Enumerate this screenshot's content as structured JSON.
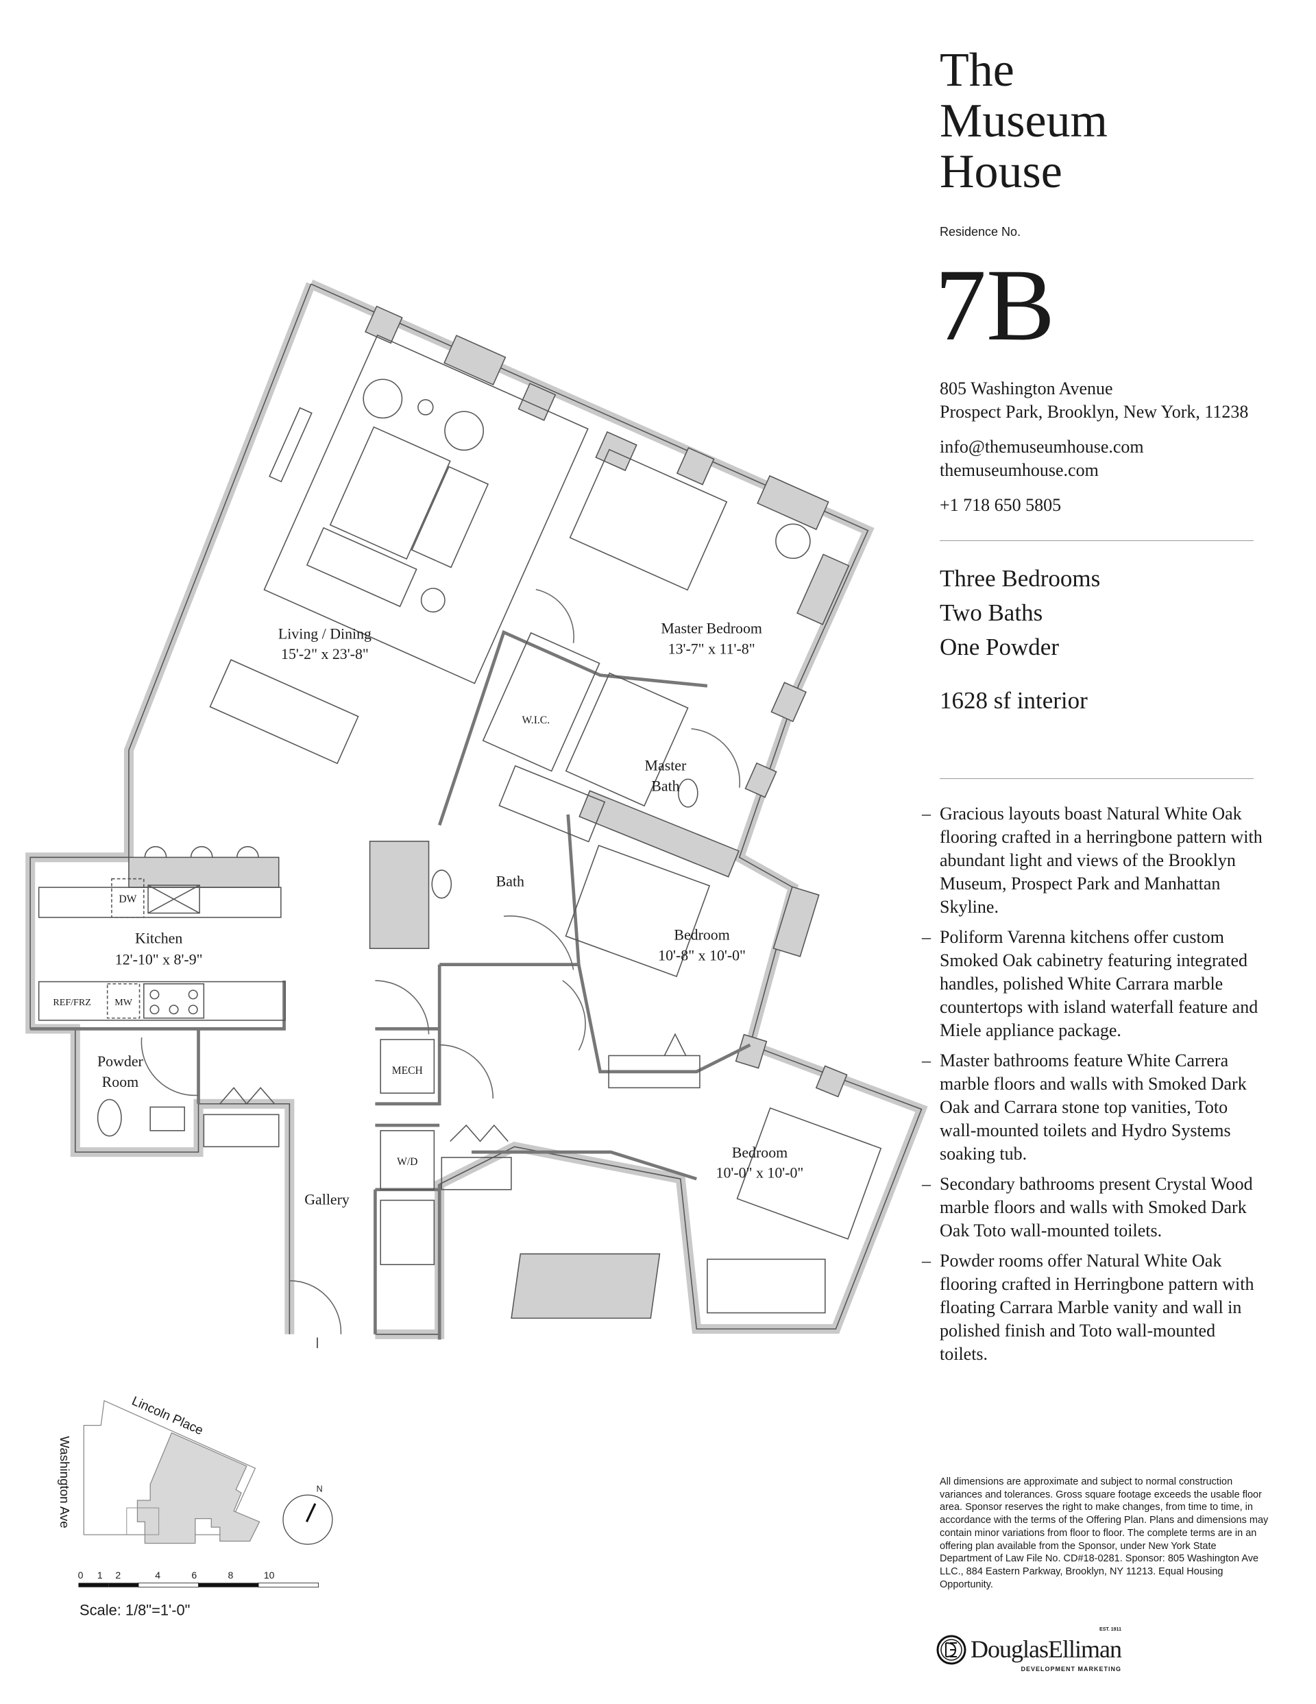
{
  "header": {
    "title_lines": [
      "The",
      "Museum",
      "House"
    ],
    "residence_label": "Residence No.",
    "residence_number": "7B"
  },
  "contact": {
    "address_line1": "805 Washington Avenue",
    "address_line2": "Prospect Park, Brooklyn, New York, 11238",
    "email": "info@themuseumhouse.com",
    "website": "themuseumhouse.com",
    "phone": "+1 718 650 5805"
  },
  "specs": {
    "bedrooms": "Three Bedrooms",
    "baths": "Two Baths",
    "powder": "One Powder",
    "area": "1628 sf interior"
  },
  "features": [
    "Gracious layouts boast Natural White Oak flooring crafted in a herringbone pattern with abundant light and views of the Brooklyn Museum, Prospect Park and Manhattan Skyline.",
    "Poliform Varenna kitchens offer custom Smoked Oak cabinetry featuring integrated handles, polished White Carrara marble countertops with island waterfall feature and Miele appliance package.",
    "Master bathrooms feature White Carrera marble floors and walls with Smoked Dark Oak and Carrara stone top vanities, Toto wall-mounted toilets and Hydro Systems soaking tub.",
    "Secondary bathrooms present Crystal Wood marble floors and walls with Smoked Dark Oak Toto wall-mounted toilets.",
    "Powder rooms offer Natural White Oak flooring crafted in Herringbone pattern with floating Carrara Marble vanity and wall in polished finish and Toto wall-mounted toilets."
  ],
  "bullet_char": "–",
  "disclaimer": "All dimensions are approximate and subject to normal construction variances and tolerances. Gross square footage exceeds the usable floor area. Sponsor reserves the right to make changes, from time to time, in accordance with the terms of the Offering Plan. Plans and dimensions may contain minor variations from floor to floor. The complete terms are in an offering plan available from the Sponsor, under New York State Department of Law File No. CD#18-0281. Sponsor: 805 Washington Ave LLC., 884 Eastern Parkway, Brooklyn, NY 11213. Equal Housing Opportunity.",
  "logo": {
    "name": "DouglasElliman",
    "est": "EST. 1911",
    "sub": "DEVELOPMENT MARKETING",
    "monogram": "DE"
  },
  "rooms": {
    "living": {
      "name": "Living / Dining",
      "dims": "15'-2\" x 23'-8\""
    },
    "master_bedroom": {
      "name": "Master Bedroom",
      "dims": "13'-7\" x 11'-8\""
    },
    "wic": {
      "name": "W.I.C."
    },
    "master_bath": {
      "name_line1": "Master",
      "name_line2": "Bath"
    },
    "bath": {
      "name": "Bath"
    },
    "bedroom2": {
      "name": "Bedroom",
      "dims": "10'-8\" x 10'-0\""
    },
    "bedroom3": {
      "name": "Bedroom",
      "dims": "10'-0\" x 10'-0\""
    },
    "kitchen": {
      "name": "Kitchen",
      "dims": "12'-10\" x 8'-9\""
    },
    "powder": {
      "name_line1": "Powder",
      "name_line2": "Room"
    },
    "mech": {
      "name": "MECH"
    },
    "wd": {
      "name": "W/D"
    },
    "gallery": {
      "name": "Gallery"
    }
  },
  "appliances": {
    "dw": "DW",
    "ref": "REF/FRZ",
    "mw": "MW"
  },
  "site_map": {
    "street_top": "Lincoln Place",
    "street_left": "Washington Ave",
    "north": "N"
  },
  "scale": {
    "ticks": [
      "0",
      "1",
      "2",
      "4",
      "6",
      "8",
      "10"
    ],
    "label": "Scale: 1/8\"=1'-0\""
  }
}
